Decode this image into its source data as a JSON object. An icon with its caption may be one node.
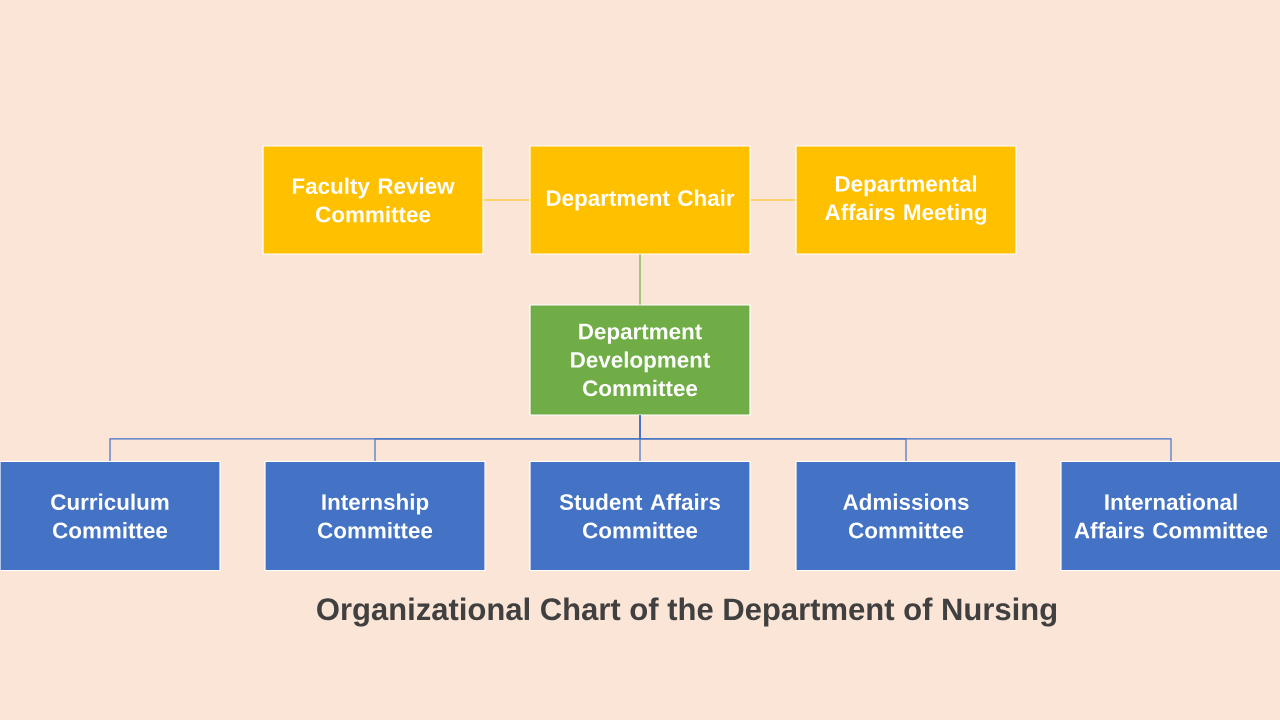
{
  "diagram": {
    "caption": "Organizational Chart of the Department of Nursing",
    "nodes": [
      {
        "text": [
          "Faculty Review Committee"
        ]
      },
      {
        "text": [
          "Department Chair"
        ]
      },
      {
        "text": [
          "Departmental Affairs Meeting"
        ]
      },
      {
        "text": [
          "Department Development Committee"
        ]
      },
      {
        "text": [
          "Curriculum Committee"
        ]
      },
      {
        "text": [
          "Internship Committee"
        ]
      },
      {
        "text": [
          "Student Affairs Committee"
        ]
      },
      {
        "text": [
          "Admissions Committee"
        ]
      },
      {
        "text": [
          "International Affairs Committee"
        ]
      }
    ],
    "edges": [
      {
        "from": 1,
        "to": 0,
        "arrow": "none",
        "color": "#ffc000"
      },
      {
        "from": 1,
        "to": 2,
        "arrow": "none",
        "color": "#ffc000"
      },
      {
        "from": 1,
        "to": 3,
        "arrow": "none",
        "color": "#70ad47"
      },
      {
        "from": 3,
        "to": 4,
        "arrow": "none"
      },
      {
        "from": 3,
        "to": 5,
        "arrow": "none"
      },
      {
        "from": 3,
        "to": 6,
        "arrow": "none"
      },
      {
        "from": 3,
        "to": 7,
        "arrow": "none"
      },
      {
        "from": 3,
        "to": 8,
        "arrow": "none"
      }
    ]
  }
}
